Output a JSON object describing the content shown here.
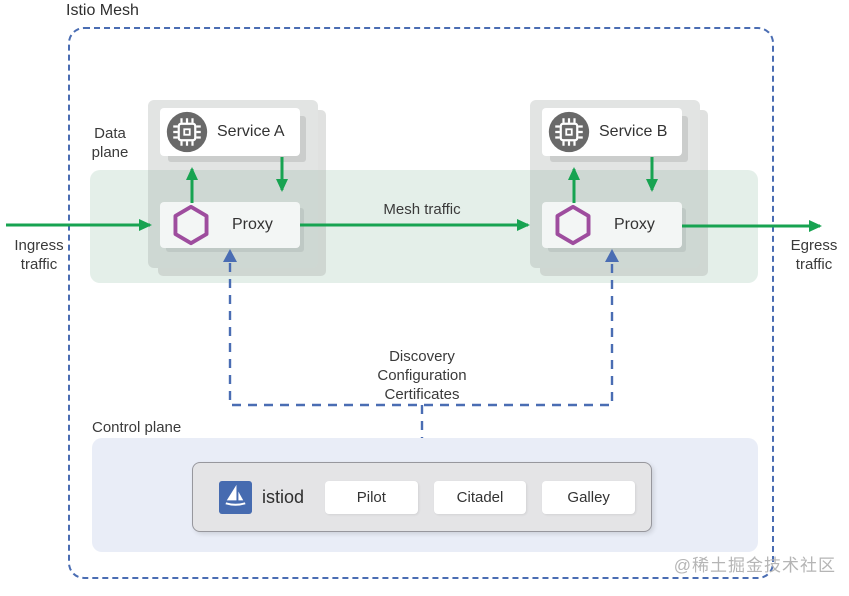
{
  "diagram": {
    "title": "Istio Mesh",
    "regions": {
      "data_plane_label": "Data plane",
      "control_plane_label": "Control plane"
    },
    "traffic": {
      "ingress_label": "Ingress traffic",
      "egress_label": "Egress traffic",
      "mesh_label": "Mesh traffic"
    },
    "control_channel_label": "Discovery Configuration Certificates",
    "pods": [
      {
        "service_label": "Service A",
        "proxy_label": "Proxy"
      },
      {
        "service_label": "Service B",
        "proxy_label": "Proxy"
      }
    ],
    "control_plane": {
      "istiod_label": "istiod",
      "components": [
        {
          "label": "Pilot"
        },
        {
          "label": "Citadel"
        },
        {
          "label": "Galley"
        }
      ]
    },
    "watermark": "@稀土掘金技术社区",
    "colors": {
      "traffic_green": "#17a351",
      "proxy_purple": "#9e4d9e",
      "control_blue": "#4a6db3",
      "istio_brand_blue": "#466bb0",
      "mesh_band_green": "#e4efe9",
      "control_plane_bg": "#e9edf7"
    }
  }
}
